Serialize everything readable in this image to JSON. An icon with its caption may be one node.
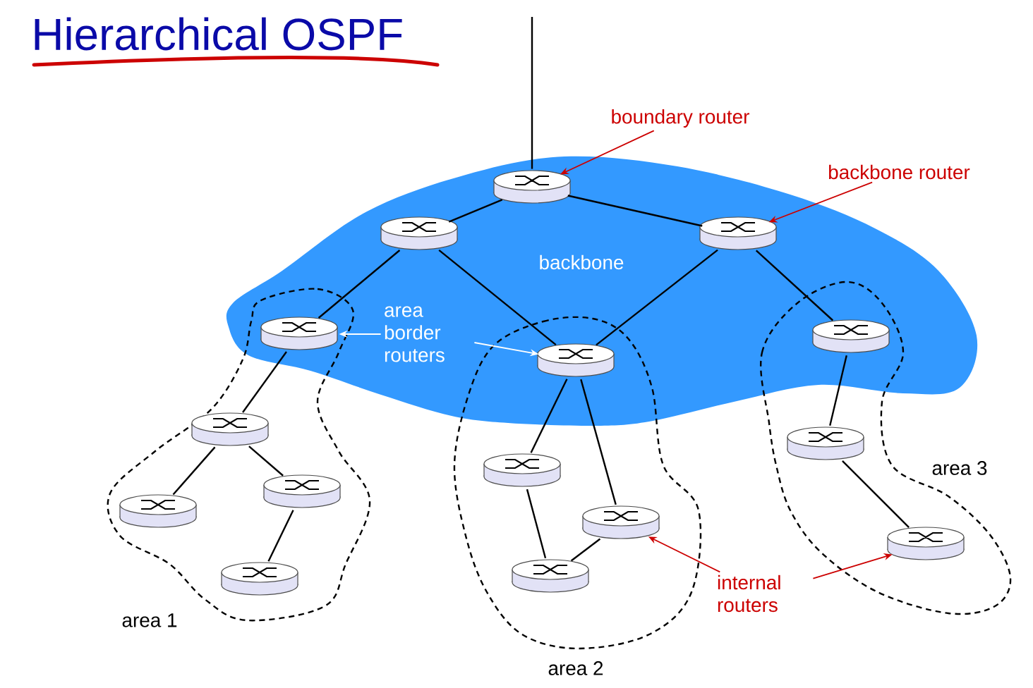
{
  "diagram": {
    "title": "Hierarchical OSPF",
    "nodes": [
      {
        "text": [
          "backbone"
        ]
      },
      {
        "text": [],
        "shape": "cylinder",
        "in": 0
      },
      {
        "text": [],
        "shape": "cylinder",
        "in": 0
      },
      {
        "text": [],
        "shape": "cylinder",
        "in": 0
      },
      {
        "text": [],
        "shape": "cylinder",
        "in": 0
      },
      {
        "text": [],
        "shape": "cylinder",
        "in": 0
      },
      {
        "text": [],
        "shape": "cylinder",
        "in": 0
      },
      {
        "text": [],
        "shape": "cylinder"
      },
      {
        "text": [],
        "shape": "cylinder"
      },
      {
        "text": [],
        "shape": "cylinder"
      },
      {
        "text": [],
        "shape": "cylinder"
      },
      {
        "text": [],
        "shape": "cylinder"
      },
      {
        "text": [],
        "shape": "cylinder"
      },
      {
        "text": [],
        "shape": "cylinder"
      },
      {
        "text": [],
        "shape": "cylinder"
      },
      {
        "text": [],
        "shape": "cylinder"
      },
      {
        "text": [
          "boundary router"
        ]
      },
      {
        "text": [
          "backbone router"
        ]
      },
      {
        "text": [
          "area border routers"
        ],
        "in": 0
      },
      {
        "text": [
          "internal routers"
        ]
      }
    ],
    "edges": [
      {
        "from": null,
        "to": 1,
        "arrow": "none"
      },
      {
        "from": 1,
        "to": 2,
        "arrow": "none"
      },
      {
        "from": 1,
        "to": 3,
        "arrow": "none"
      },
      {
        "from": 2,
        "to": 4,
        "arrow": "none"
      },
      {
        "from": 2,
        "to": 5,
        "arrow": "none"
      },
      {
        "from": 3,
        "to": 5,
        "arrow": "none"
      },
      {
        "from": 3,
        "to": 6,
        "arrow": "none"
      },
      {
        "from": 4,
        "to": 7,
        "arrow": "none"
      },
      {
        "from": 7,
        "to": 8,
        "arrow": "none"
      },
      {
        "from": 7,
        "to": 9,
        "arrow": "none"
      },
      {
        "from": 9,
        "to": 10,
        "arrow": "none"
      },
      {
        "from": 5,
        "to": 11,
        "arrow": "none"
      },
      {
        "from": 5,
        "to": 12,
        "arrow": "none"
      },
      {
        "from": 11,
        "to": 13,
        "arrow": "none"
      },
      {
        "from": 13,
        "to": 12,
        "arrow": "none"
      },
      {
        "from": 6,
        "to": 14,
        "arrow": "none"
      },
      {
        "from": 14,
        "to": 15,
        "arrow": "none"
      },
      {
        "from": 16,
        "to": 1,
        "arrow": "to",
        "color": "#cc0000"
      },
      {
        "from": 17,
        "to": 3,
        "arrow": "to",
        "color": "#cc0000"
      },
      {
        "from": 18,
        "to": 4,
        "arrow": "to",
        "color": "#ffffff"
      },
      {
        "from": 18,
        "to": 5,
        "arrow": "to",
        "color": "#ffffff"
      },
      {
        "from": 19,
        "to": 12,
        "arrow": "to",
        "color": "#cc0000"
      },
      {
        "from": 19,
        "to": 15,
        "arrow": "to",
        "color": "#cc0000"
      }
    ],
    "labels": [
      "area 1",
      "area 2",
      "area 3"
    ]
  }
}
